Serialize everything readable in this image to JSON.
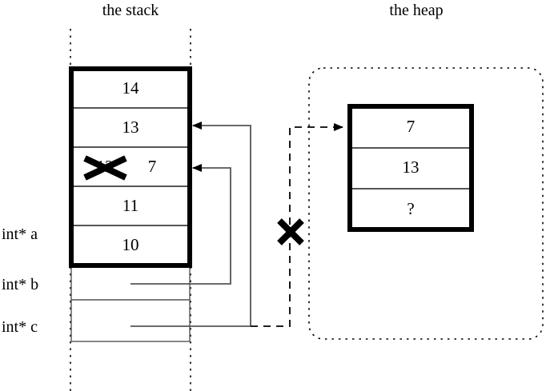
{
  "titles": {
    "stack": "the stack",
    "heap": "the heap"
  },
  "stack": {
    "variables": [
      {
        "name": "a",
        "label": "int* a"
      },
      {
        "name": "b",
        "label": "int* b"
      },
      {
        "name": "c",
        "label": "int* c"
      }
    ],
    "array_cells": [
      {
        "index": 0,
        "value": "14"
      },
      {
        "index": 1,
        "value": "13"
      },
      {
        "index": 2,
        "value": "12",
        "struck_out": true,
        "replacement": "7"
      },
      {
        "index": 3,
        "value": "11"
      },
      {
        "index": 4,
        "value": "10"
      }
    ]
  },
  "heap": {
    "cells": [
      {
        "index": 0,
        "value": "7"
      },
      {
        "index": 1,
        "value": "13"
      },
      {
        "index": 2,
        "value": "?"
      }
    ]
  },
  "annotations": {
    "strikeout_cell_mark": "x-cross-mark",
    "invalid_pointer_mark": "x-cross-mark"
  },
  "colors": {
    "ink": "#000000",
    "paper": "#ffffff",
    "thin_rule": "#555555"
  }
}
